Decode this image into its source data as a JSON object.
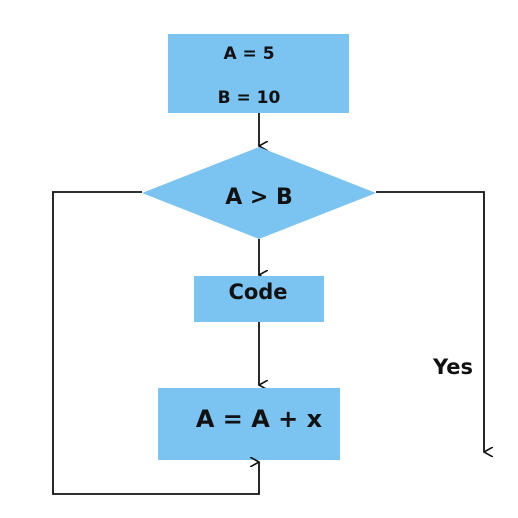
{
  "colors": {
    "node_fill": "#7bc3f0",
    "line": "#111111",
    "background": "#ffffff"
  },
  "nodes": {
    "init": {
      "line1": "A = 5",
      "line2": "B = 10"
    },
    "condition": {
      "label": "A > B"
    },
    "code": {
      "label": "Code"
    },
    "update": {
      "label": "A = A + x"
    }
  },
  "edges": {
    "yes_label": "Yes"
  }
}
